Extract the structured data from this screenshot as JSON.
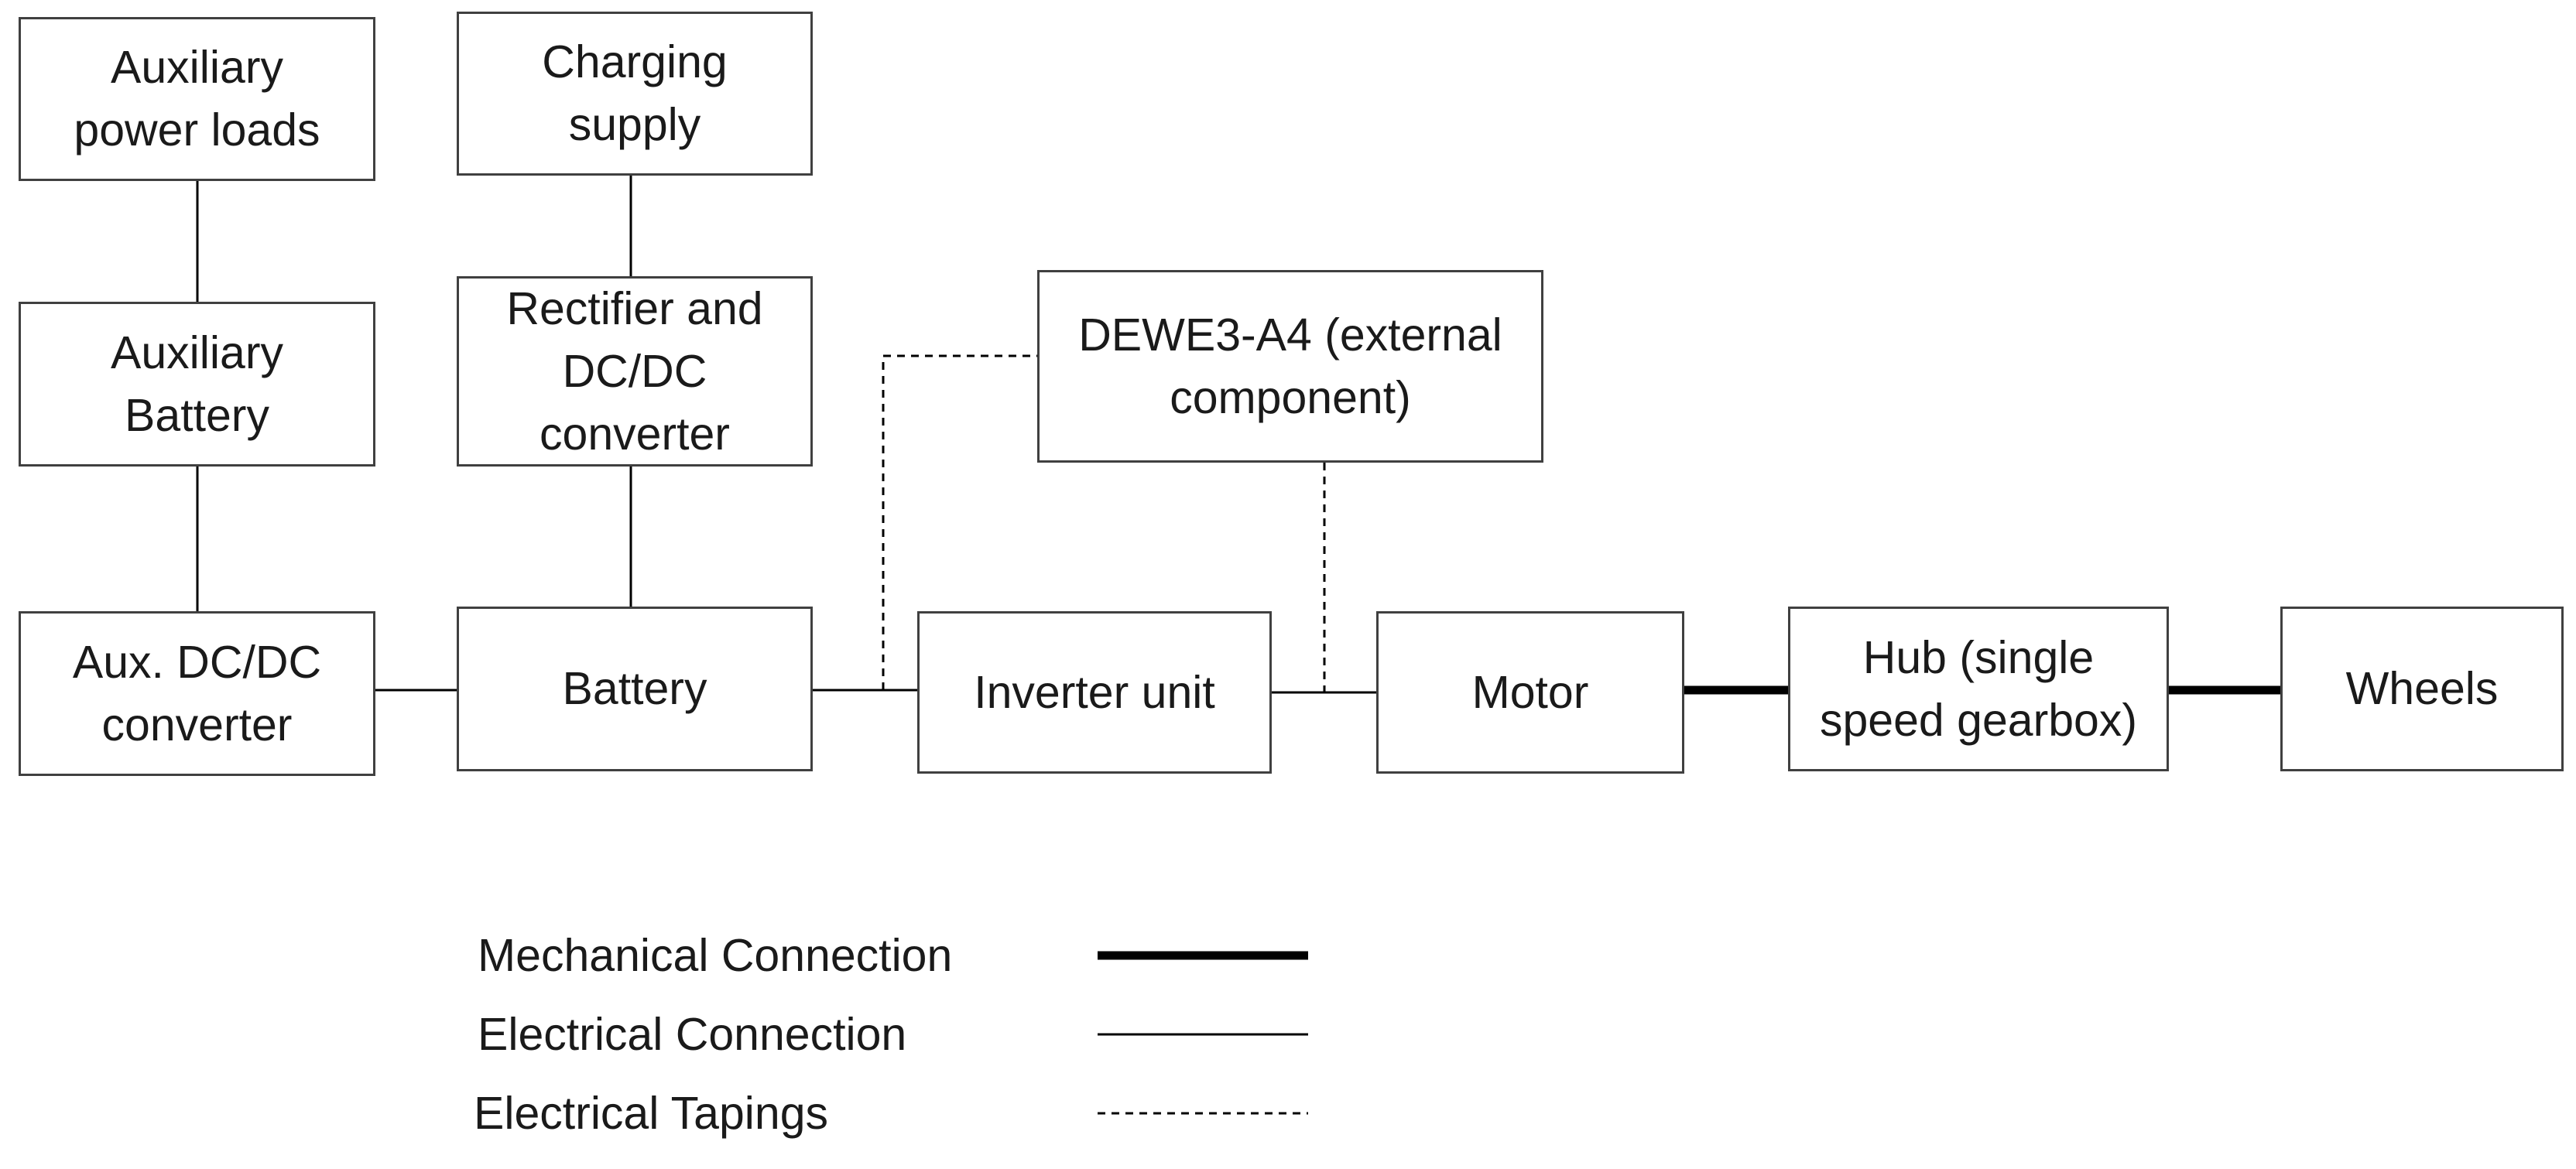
{
  "components": {
    "aux_power_loads": "Auxiliary\npower loads",
    "charging_supply": "Charging\nsupply",
    "aux_battery": "Auxiliary\nBattery",
    "rectifier": "Rectifier and\nDC/DC\nconverter",
    "dewe": "DEWE3-A4 (external\ncomponent)",
    "aux_dcdc": "Aux. DC/DC\nconverter",
    "battery": "Battery",
    "inverter": "Inverter unit",
    "motor": "Motor",
    "hub": "Hub (single\nspeed gearbox)",
    "wheels": "Wheels"
  },
  "legend": {
    "mechanical": "Mechanical  Connection",
    "electrical": "Electrical Connection",
    "tapings": "Electrical Tapings"
  },
  "colors": {
    "line": "#000000",
    "border": "#404040",
    "text": "#1a1a1a"
  }
}
